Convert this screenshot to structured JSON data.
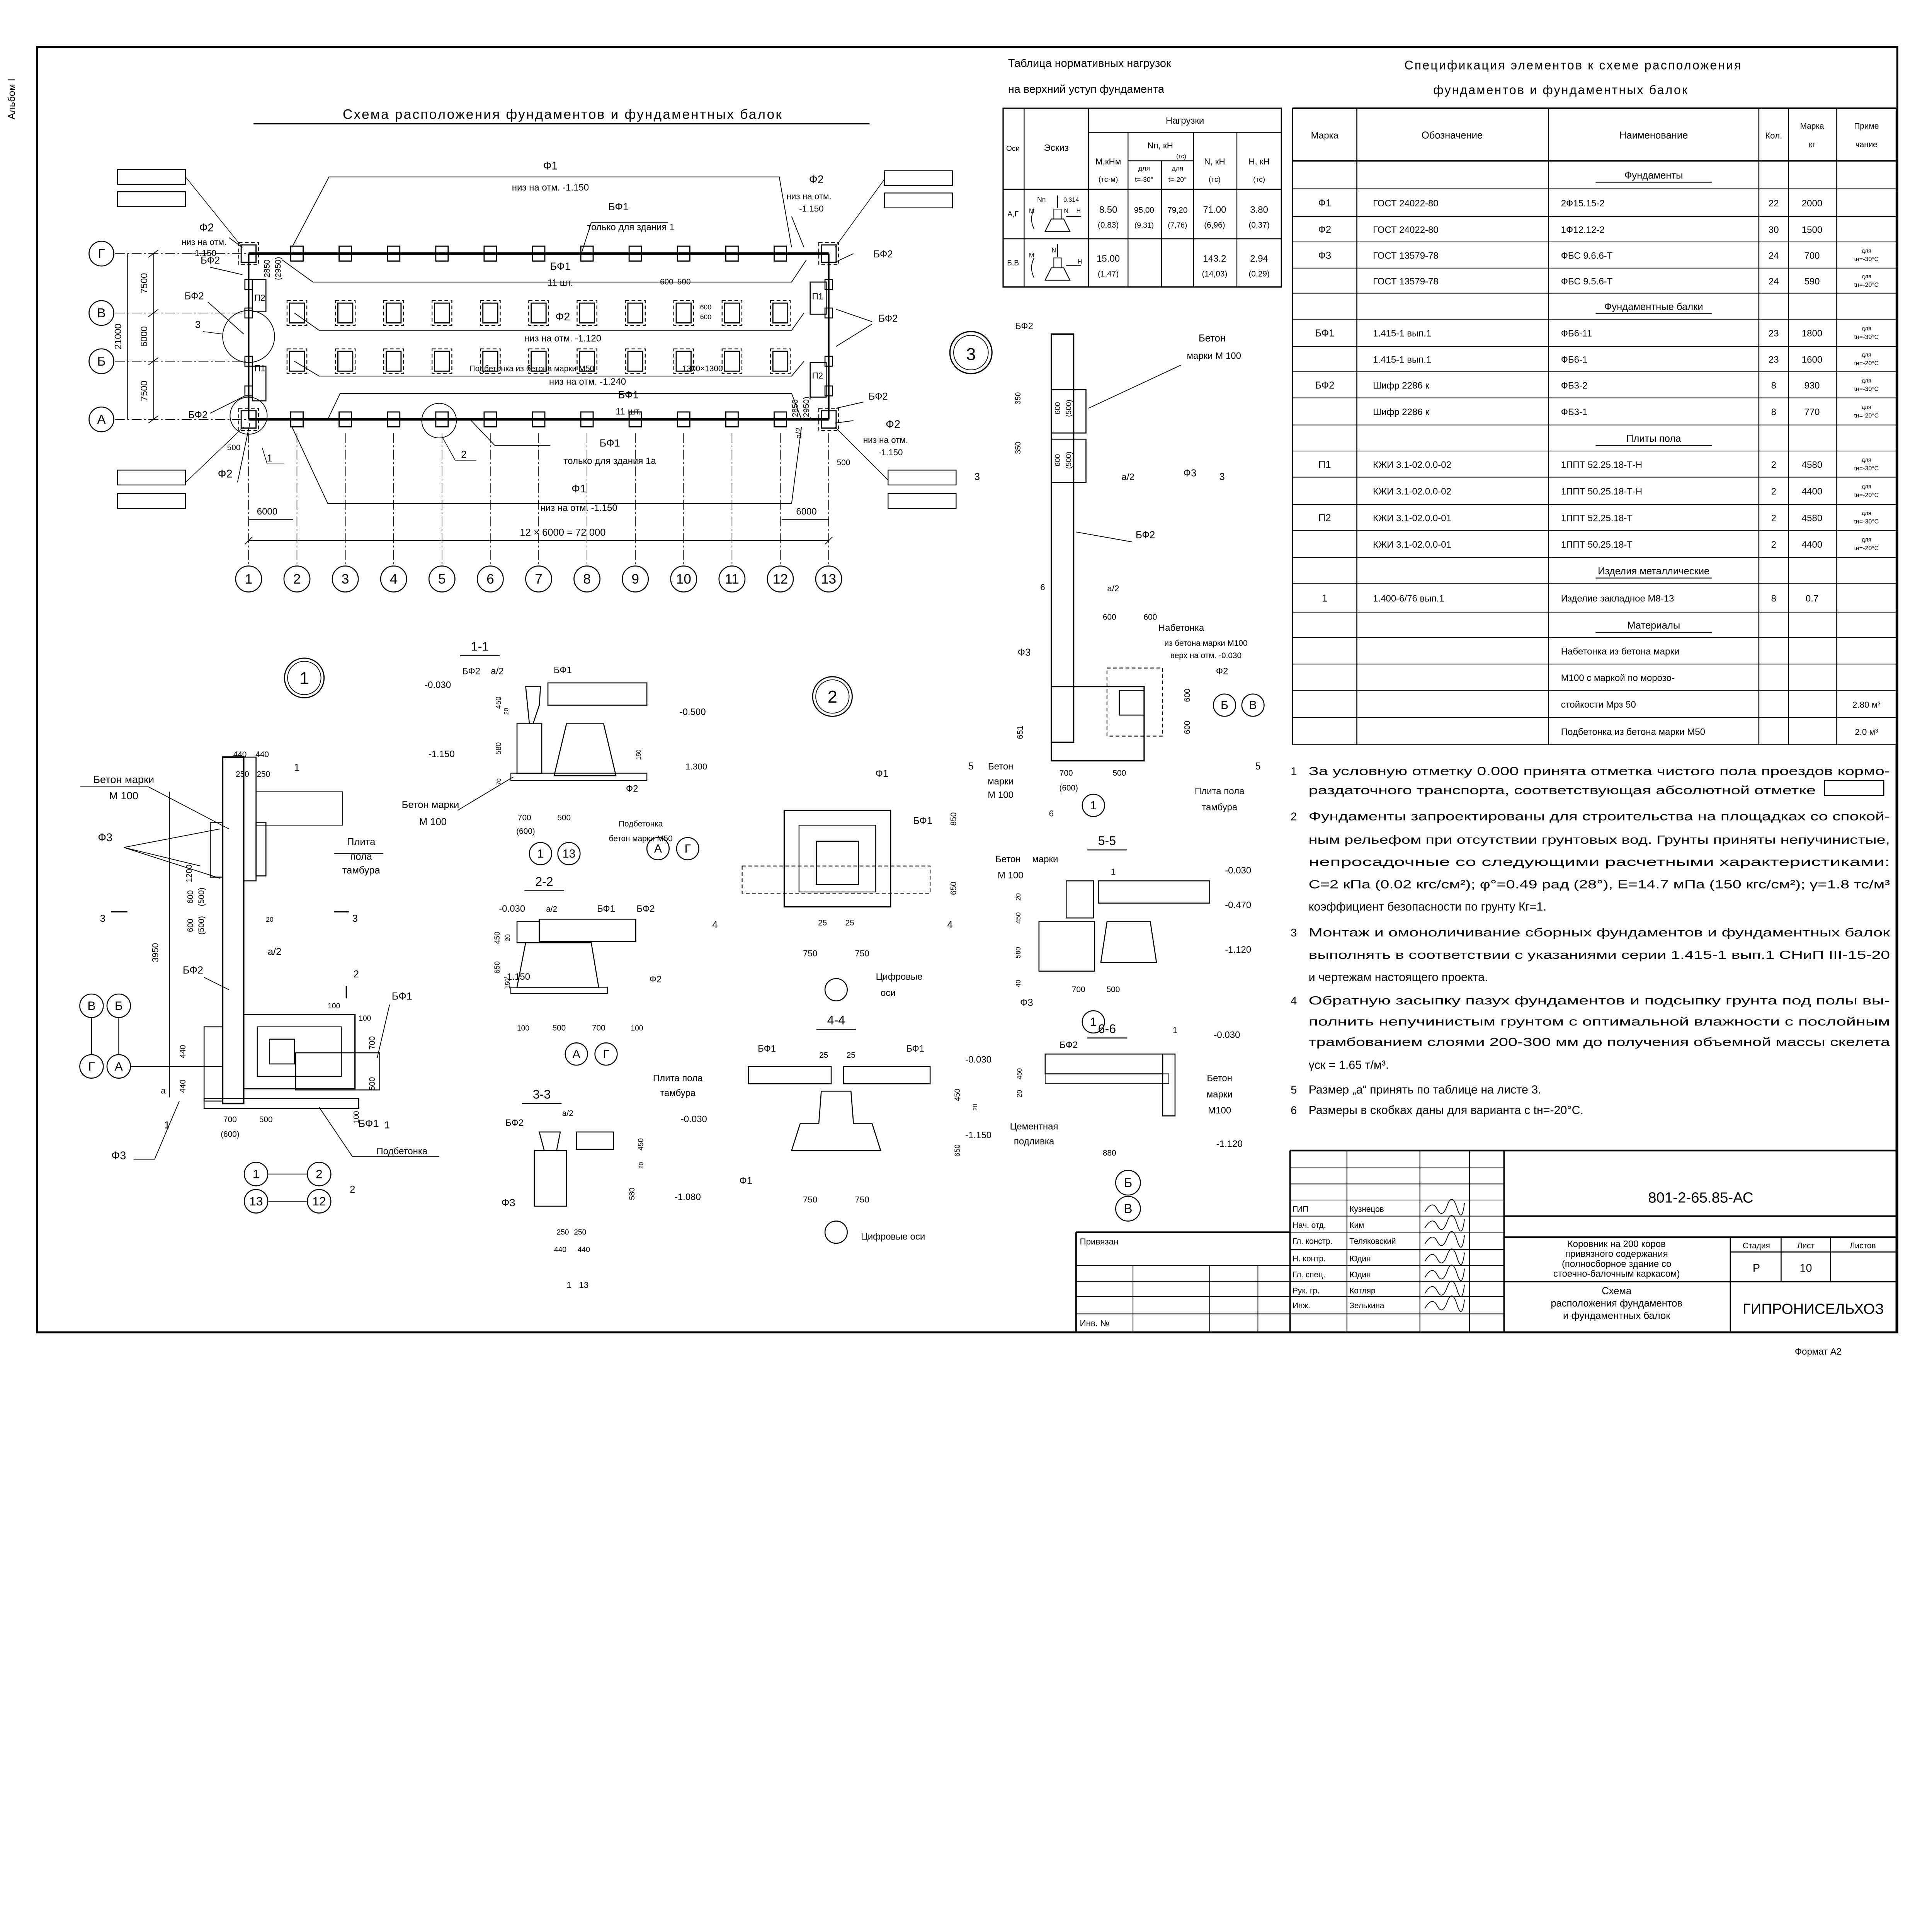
{
  "album_label": "Альбом I",
  "plan": {
    "title": "Схема расположения фундаментов и фундаментных балок",
    "row_axes": [
      "А",
      "Б",
      "В",
      "Г"
    ],
    "column_axes": [
      "1",
      "2",
      "3",
      "4",
      "5",
      "6",
      "7",
      "8",
      "9",
      "10",
      "11",
      "12",
      "13"
    ],
    "f1": "Ф1",
    "f2": "Ф2",
    "bf1": "БФ1",
    "bf2": "БФ2",
    "p1": "П1",
    "p2": "П2",
    "level_1150": "низ на отм. -1.150",
    "level_prefix": "низ на отм.",
    "level_1150_short": "-1.150",
    "level_1120": "низ на отм. -1.120",
    "level_1240": "низ на отм. -1.240",
    "only_building_1": "только для здания 1",
    "only_building_1a": "только для здания 1а",
    "pieces_11": "11 шт.",
    "podbetonka": "Подбетонка из бетона марки М50",
    "podbetonka_size": "1300×1300",
    "dim_2850": "2850",
    "dim_2950": "(2950)",
    "dim_600": "600",
    "dim_500": "500",
    "dim_7500": "7500",
    "dim_6000": "6000",
    "dim_21000": "21000",
    "total_length": "12 × 6000 = 72 000",
    "a_half": "а/2",
    "callout_1": "1",
    "callout_2": "2",
    "callout_3": "3"
  },
  "load_table": {
    "title_line_1": "Таблица нормативных нагрузок",
    "title_line_2": "на верхний уступ фундамента",
    "headers": {
      "axes": "Оси",
      "sketch": "Эскиз",
      "loads": "Нагрузки",
      "m": "М,кНм",
      "m_unit": "(тс·м)",
      "np": "Nп, кН",
      "np_unit": "(тс)",
      "for": "для",
      "t30": "t=-30°",
      "t20": "t=-20°",
      "n": "N, кН",
      "n_unit": "(тс)",
      "h": "H, кН",
      "h_unit": "(тс)"
    },
    "sketch_labels": {
      "np": "Nп",
      "q": "0.314",
      "n": "N",
      "h": "H",
      "m": "M"
    },
    "rows": [
      {
        "axes": "А,Г",
        "m": "8.50",
        "m_tc": "(0,83)",
        "np30": "95,00",
        "np30_tc": "(9,31)",
        "np20": "79,20",
        "np20_tc": "(7,76)",
        "n": "71.00",
        "n_tc": "(6,96)",
        "h": "3.80",
        "h_tc": "(0,37)"
      },
      {
        "axes": "Б,В",
        "m": "15.00",
        "m_tc": "(1,47)",
        "np30": "",
        "np30_tc": "",
        "np20": "",
        "np20_tc": "",
        "n": "143.2",
        "n_tc": "(14,03)",
        "h": "2.94",
        "h_tc": "(0,29)"
      }
    ]
  },
  "spec": {
    "title_line_1": "Спецификация элементов к схеме расположения",
    "title_line_2": "фундаментов и фундаментных балок",
    "headers": {
      "mark": "Марка",
      "designation": "Обозначение",
      "name": "Наименование",
      "qty": "Кол.",
      "mass_1": "Марка",
      "mass_2": "кг",
      "note_1": "Приме",
      "note_2": "чание"
    },
    "rows": [
      {
        "section": "Фундаменты"
      },
      {
        "mark": "Ф1",
        "designation": "ГОСТ 24022-80",
        "name": "2Ф15.15-2",
        "qty": "22",
        "mass": "2000"
      },
      {
        "mark": "Ф2",
        "designation": "ГОСТ 24022-80",
        "name": "1Ф12.12-2",
        "qty": "30",
        "mass": "1500"
      },
      {
        "mark": "Ф3",
        "designation": "ГОСТ 13579-78",
        "name": "ФБС 9.6.6-Т",
        "qty": "24",
        "mass": "700",
        "note_top": "для",
        "note": "tн=-30°С"
      },
      {
        "mark": "",
        "designation": "ГОСТ 13579-78",
        "name": "ФБС 9.5.6-Т",
        "qty": "24",
        "mass": "590",
        "note_top": "для",
        "note": "tн=-20°С"
      },
      {
        "section": "Фундаментные балки"
      },
      {
        "mark": "БФ1",
        "designation": "1.415-1  вып.1",
        "name": "ФБ6-11",
        "qty": "23",
        "mass": "1800",
        "note_top": "для",
        "note": "tн=-30°С"
      },
      {
        "mark": "",
        "designation": "1.415-1  вып.1",
        "name": "ФБ6-1",
        "qty": "23",
        "mass": "1600",
        "note_top": "для",
        "note": "tн=-20°С"
      },
      {
        "mark": "БФ2",
        "designation": "Шифр 2286 к",
        "name": "ФБ3-2",
        "qty": "8",
        "mass": "930",
        "note_top": "для",
        "note": "tн=-30°С"
      },
      {
        "mark": "",
        "designation": "Шифр 2286 к",
        "name": "ФБ3-1",
        "qty": "8",
        "mass": "770",
        "note_top": "для",
        "note": "tн=-20°С"
      },
      {
        "section": "Плиты пола"
      },
      {
        "mark": "П1",
        "designation": "КЖИ 3.1-02.0.0-02",
        "name": "1ППТ 52.25.18-Т-Н",
        "qty": "2",
        "mass": "4580",
        "note_top": "для",
        "note": "tн=-30°С"
      },
      {
        "mark": "",
        "designation": "КЖИ 3.1-02.0.0-02",
        "name": "1ППТ 50.25.18-Т-Н",
        "qty": "2",
        "mass": "4400",
        "note_top": "для",
        "note": "tн=-20°С"
      },
      {
        "mark": "П2",
        "designation": "КЖИ 3.1-02.0.0-01",
        "name": "1ППТ 52.25.18-Т",
        "qty": "2",
        "mass": "4580",
        "note_top": "для",
        "note": "tн=-30°С"
      },
      {
        "mark": "",
        "designation": "КЖИ 3.1-02.0.0-01",
        "name": "1ППТ 50.25.18-Т",
        "qty": "2",
        "mass": "4400",
        "note_top": "для",
        "note": "tн=-20°С"
      },
      {
        "section": "Изделия металлические"
      },
      {
        "mark": "1",
        "designation": "1.400-6/76  вып.1",
        "name": "Изделие закладное М8-13",
        "qty": "8",
        "mass": "0.7"
      },
      {
        "section": "Материалы"
      },
      {
        "name": "Набетонка из бетона марки"
      },
      {
        "name": "М100 с маркой по морозо-"
      },
      {
        "name": "стойкости  Мрз 50",
        "note": "2.80 м³"
      },
      {
        "name": "Подбетонка из бетона марки М50",
        "note": "2.0 м³"
      }
    ]
  },
  "notes": [
    {
      "num": "1",
      "lines": [
        "За условную отметку 0.000 принята отметка чистого пола проездов кормо-",
        "раздаточного транспорта, соответствующая абсолютной отметке"
      ]
    },
    {
      "num": "2",
      "lines": [
        "Фундаменты запроектированы для строительства на площадках со спокой-",
        "ным рельефом при отсутствии грунтовых вод. Грунты приняты непучинистые,",
        "непросадочные со следующими расчетными характеристиками:",
        "С=2 кПа (0.02 кгс/см²); φ°=0.49 рад (28°), Е=14.7 мПа (150 кгс/см²); γ=1.8 тс/м³",
        "коэффициент безопасности по грунту Кг=1."
      ]
    },
    {
      "num": "3",
      "lines": [
        "Монтаж и омоноличивание сборных фундаментов и фундаментных балок",
        "выполнять в соответствии с указаниями серии 1.415-1 вып.1 СНиП III-15-20",
        "и чертежам настоящего проекта."
      ]
    },
    {
      "num": "4",
      "lines": [
        "Обратную засыпку пазух фундаментов и подсыпку грунта под полы вы-",
        "полнить непучинистым грунтом с оптимальной влажности с послойным",
        "трамбованием слоями 200-300 мм до получения объемной массы скелета",
        "γск = 1.65 т/м³."
      ]
    },
    {
      "num": "5",
      "lines": [
        "Размер „а“ принять по таблице на листе 3."
      ]
    },
    {
      "num": "6",
      "lines": [
        "Размеры в скобках даны для варианта с tн=-20°С."
      ]
    }
  ],
  "details": {
    "common": {
      "concrete": "Бетон марки",
      "m100": "М 100",
      "f1": "Ф1",
      "f2": "Ф2",
      "f3": "Ф3",
      "bf1": "БФ1",
      "bf2": "БФ2",
      "a_half": "а/2",
      "a": "а",
      "podbetonka": "Подбетонка",
      "podbetonka_grade": "бетон марки М50",
      "slab": "Плита",
      "floor": "пола",
      "vestibule": "тамбура",
      "slab_floor": "Плита пола",
      "digital_axes": "Цифровые оси",
      "digital": "Цифровые",
      "axes_word": "оси",
      "nabetonka": "Набетонка",
      "nabetonka_grade": "из бетона марки М100",
      "nabetonka_top": "верх на отм. -0.030",
      "cement": "Цементная",
      "grout": "подливка",
      "marki": "марки",
      "m100b": "М100",
      "beton": "Бетон",
      "l_030": "-0.030",
      "l_500": "-0.500",
      "l_1150": "-1.150",
      "l_1300": "1.300",
      "l_1080": "-1.080",
      "l_470": "-0.470",
      "l_1120": "-1.120"
    },
    "dims": {
      "d20": "20",
      "d25": "25",
      "d40": "40",
      "d70": "70",
      "d100": "100",
      "d150": "150",
      "d250": "250",
      "d350": "350",
      "d440": "440",
      "d450": "450",
      "d500": "500",
      "d500p": "(500)",
      "d580": "580",
      "d600": "600",
      "d600p": "(600)",
      "d650": "650",
      "d651": "651",
      "d700": "700",
      "d750": "750",
      "d850": "850",
      "d880": "880",
      "d1200": "1200",
      "d3950": "3950"
    },
    "node_ids": {
      "n1": "1",
      "n2": "2",
      "n3": "3"
    },
    "section_titles": {
      "s11": "1-1",
      "s22": "2-2",
      "s33": "3-3",
      "s44": "4-4",
      "s55": "5-5",
      "s66": "6-6"
    },
    "section_marks": {
      "m1": "1",
      "m2": "2",
      "m3": "3",
      "m4": "4",
      "m5": "5",
      "m6": "6"
    },
    "axis_refs": {
      "a": "А",
      "b": "Б",
      "v": "В",
      "g": "Г",
      "c1": "1",
      "c2": "2",
      "c12": "12",
      "c13": "13"
    }
  },
  "title_block": {
    "code": "801-2-65.85-АС",
    "roles": [
      "ГИП",
      "Нач. отд.",
      "Гл. констр.",
      "Н. контр.",
      "Гл. спец.",
      "Рук. гр.",
      "Инж."
    ],
    "names": [
      "Кузнецов",
      "Ким",
      "Теляковский",
      "Юдин",
      "Юдин",
      "Котляр",
      "Зелькина"
    ],
    "project_lines": [
      "Коровник на 200 коров",
      "привязного содержания",
      "(полносборное здание со",
      "стоечно-балочным каркасом)"
    ],
    "sheet_title_lines": [
      "Схема",
      "расположения фундаментов",
      "и фундаментных балок"
    ],
    "stage_label": "Стадия",
    "sheet_label": "Лист",
    "sheets_label": "Листов",
    "stage": "Р",
    "sheet": "10",
    "sheets": "",
    "organization": "ГИПРОНИСЕЛЬХОЗ",
    "bound_label": "Привязан",
    "inventory_label": "Инв. №",
    "format": "Формат А2"
  }
}
